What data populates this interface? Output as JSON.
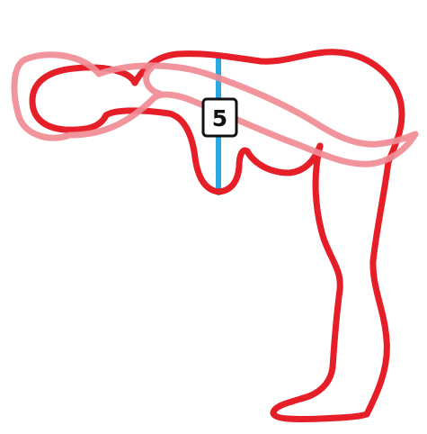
{
  "figure": {
    "step_number": "5",
    "colors": {
      "body_outline": "#e61e28",
      "arm_overlay": "#f08c94",
      "reference_line": "#2aa8e0",
      "label_border": "#111111",
      "label_text": "#111111",
      "background": "#ffffff"
    },
    "parts": [
      "head",
      "arm",
      "torso",
      "back",
      "leg",
      "foot",
      "vertical-guide"
    ]
  }
}
